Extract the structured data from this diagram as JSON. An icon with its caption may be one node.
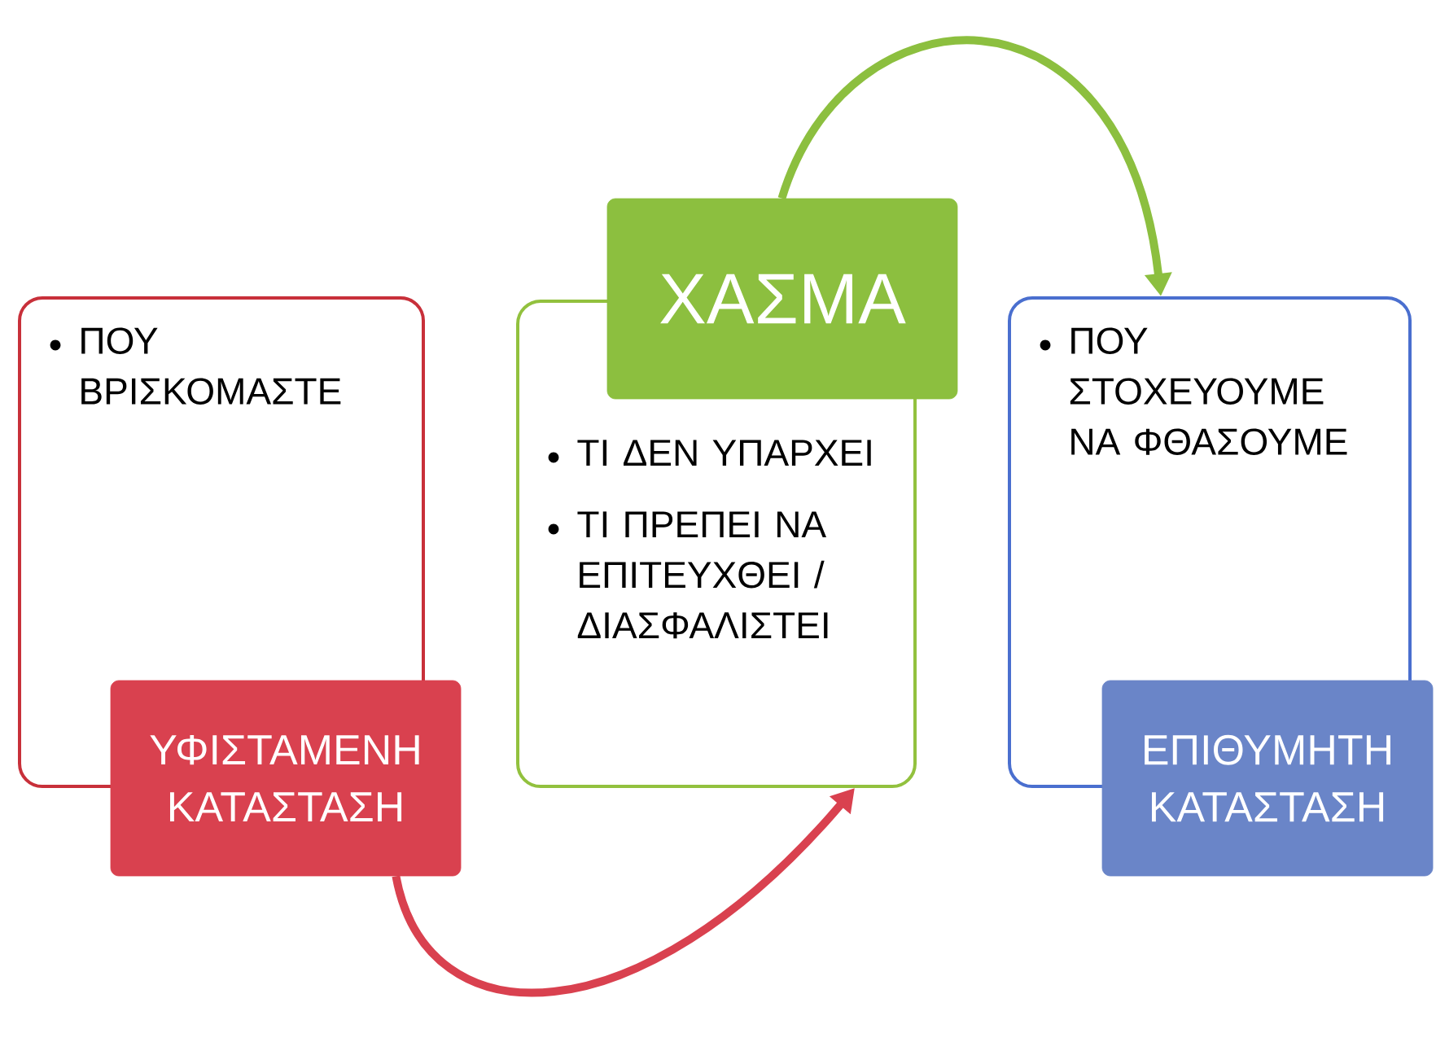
{
  "diagram": {
    "nodes": [
      {
        "text": [
          "ΠΟΥ ΒΡΙΣΚΟΜΑΣΤΕ"
        ]
      },
      {
        "text": [
          "ΥΦΙΣΤΑΜΕΝΗ ΚΑΤΑΣΤΑΣΗ"
        ]
      },
      {
        "text": [
          "ΤΙ ΔΕΝ ΥΠΑΡΧΕΙ",
          "ΤΙ ΠΡΕΠΕΙ ΝΑ ΕΠΙΤΕΥΧΘΕΙ / ΔΙΑΣΦΑΛΙΣΤΕΙ"
        ]
      },
      {
        "text": [
          "ΧΑΣΜΑ"
        ]
      },
      {
        "text": [
          "ΠΟΥ ΣΤΟΧΕΥΟΥΜΕ ΝΑ ΦΘΑΣΟΥΜΕ"
        ]
      },
      {
        "text": [
          "ΕΠΙΘΥΜΗΤΗ ΚΑΤΑΣΤΑΣΗ"
        ]
      }
    ],
    "edges": [
      {
        "from": 1,
        "to": 2,
        "arrow": "to",
        "color": "#d9414f"
      },
      {
        "from": 3,
        "to": 4,
        "arrow": "to",
        "color": "#8cbf3f"
      }
    ]
  }
}
